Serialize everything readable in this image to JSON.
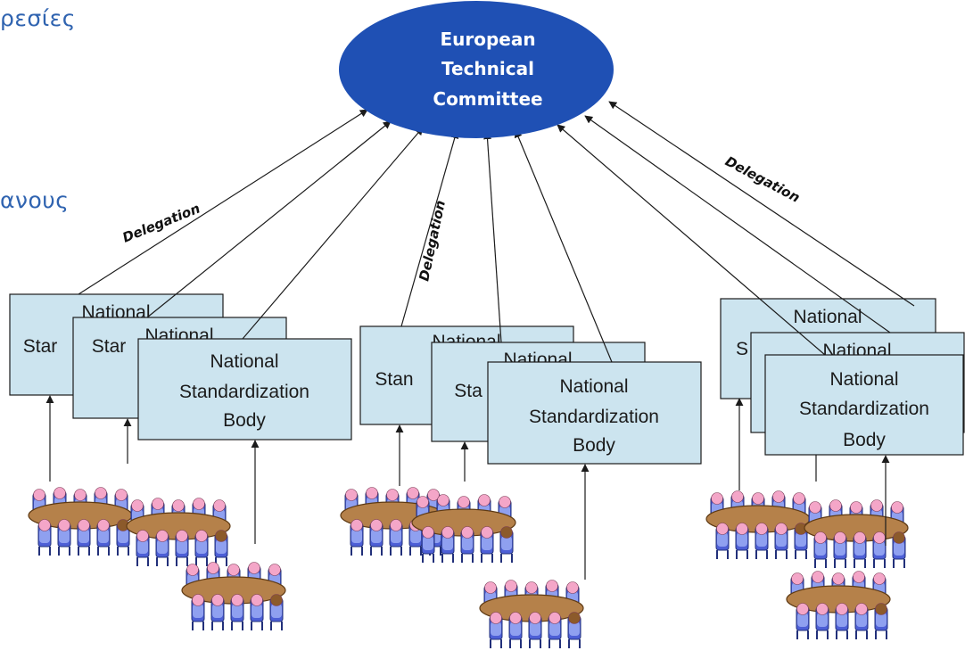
{
  "background_text": {
    "line1": "ρεσίες",
    "line2": "ανους"
  },
  "committee": {
    "line1": "European",
    "line2": "Technical",
    "line3": "Committee",
    "color": "#1f50b4"
  },
  "delegation_labels": [
    "Delegation",
    "Delegation",
    "Delegation"
  ],
  "groups": [
    {
      "back": [
        "National",
        "Star"
      ],
      "mid": [
        "National",
        "Star"
      ],
      "front": [
        "National",
        "Standardization",
        "Body"
      ]
    },
    {
      "back": [
        "National",
        "Stan"
      ],
      "mid": [
        "National",
        "Sta"
      ],
      "front": [
        "National",
        "Standardization",
        "Body"
      ]
    },
    {
      "back": [
        "National",
        "S"
      ],
      "mid": [
        "National",
        ""
      ],
      "front": [
        "National",
        "Standardization",
        "Body"
      ]
    }
  ],
  "colors": {
    "box_fill": "#cce4ef",
    "accent_text": "#2f63b0",
    "table": "#b5814a",
    "chair": "#4d5fd6",
    "person": "#f4a6c8"
  }
}
